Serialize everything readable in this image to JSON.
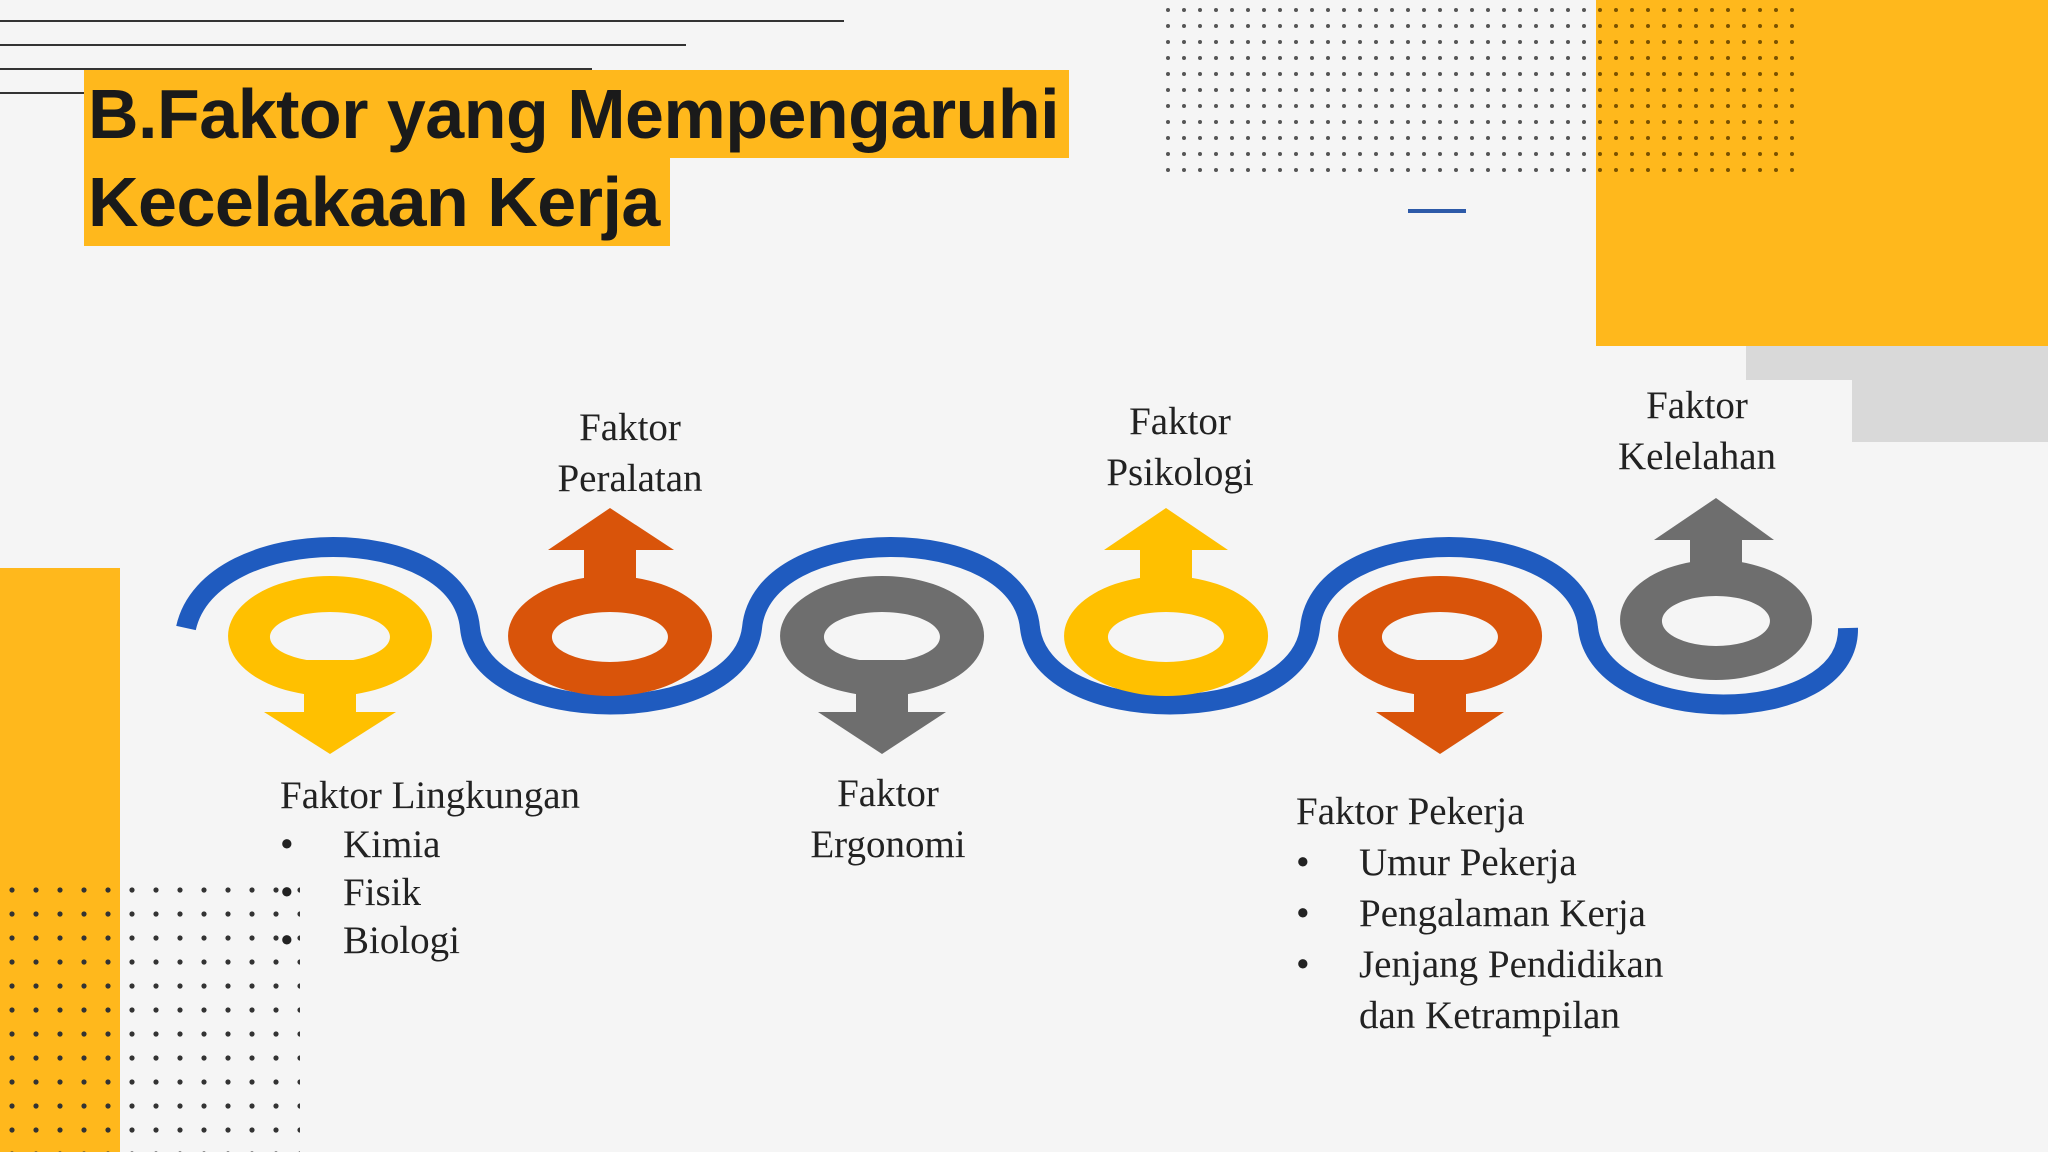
{
  "title": {
    "line1": "B.Faktor yang Mempengaruhi",
    "line2": "Kecelakaan Kerja"
  },
  "colors": {
    "accent_yellow": "#ffb81c",
    "marker_yellow": "#ffc000",
    "orange": "#d9540a",
    "gray": "#6e6e6e",
    "blue": "#1f5bbf",
    "light_gray": "#d9d9d9"
  },
  "factors": {
    "lingkungan": {
      "title": "Faktor Lingkungan",
      "items": [
        "Kimia",
        "Fisik",
        "Biologi"
      ]
    },
    "peralatan": {
      "line1": "Faktor",
      "line2": "Peralatan"
    },
    "ergonomi": {
      "line1": "Faktor",
      "line2": "Ergonomi"
    },
    "psikologi": {
      "line1": "Faktor",
      "line2": "Psikologi"
    },
    "pekerja": {
      "title": "Faktor Pekerja",
      "items": [
        "Umur Pekerja",
        "Pengalaman Kerja",
        "Jenjang Pendidikan",
        "dan Ketrampilan"
      ]
    },
    "kelelahan": {
      "line1": "Faktor",
      "line2": "Kelelahan"
    }
  }
}
